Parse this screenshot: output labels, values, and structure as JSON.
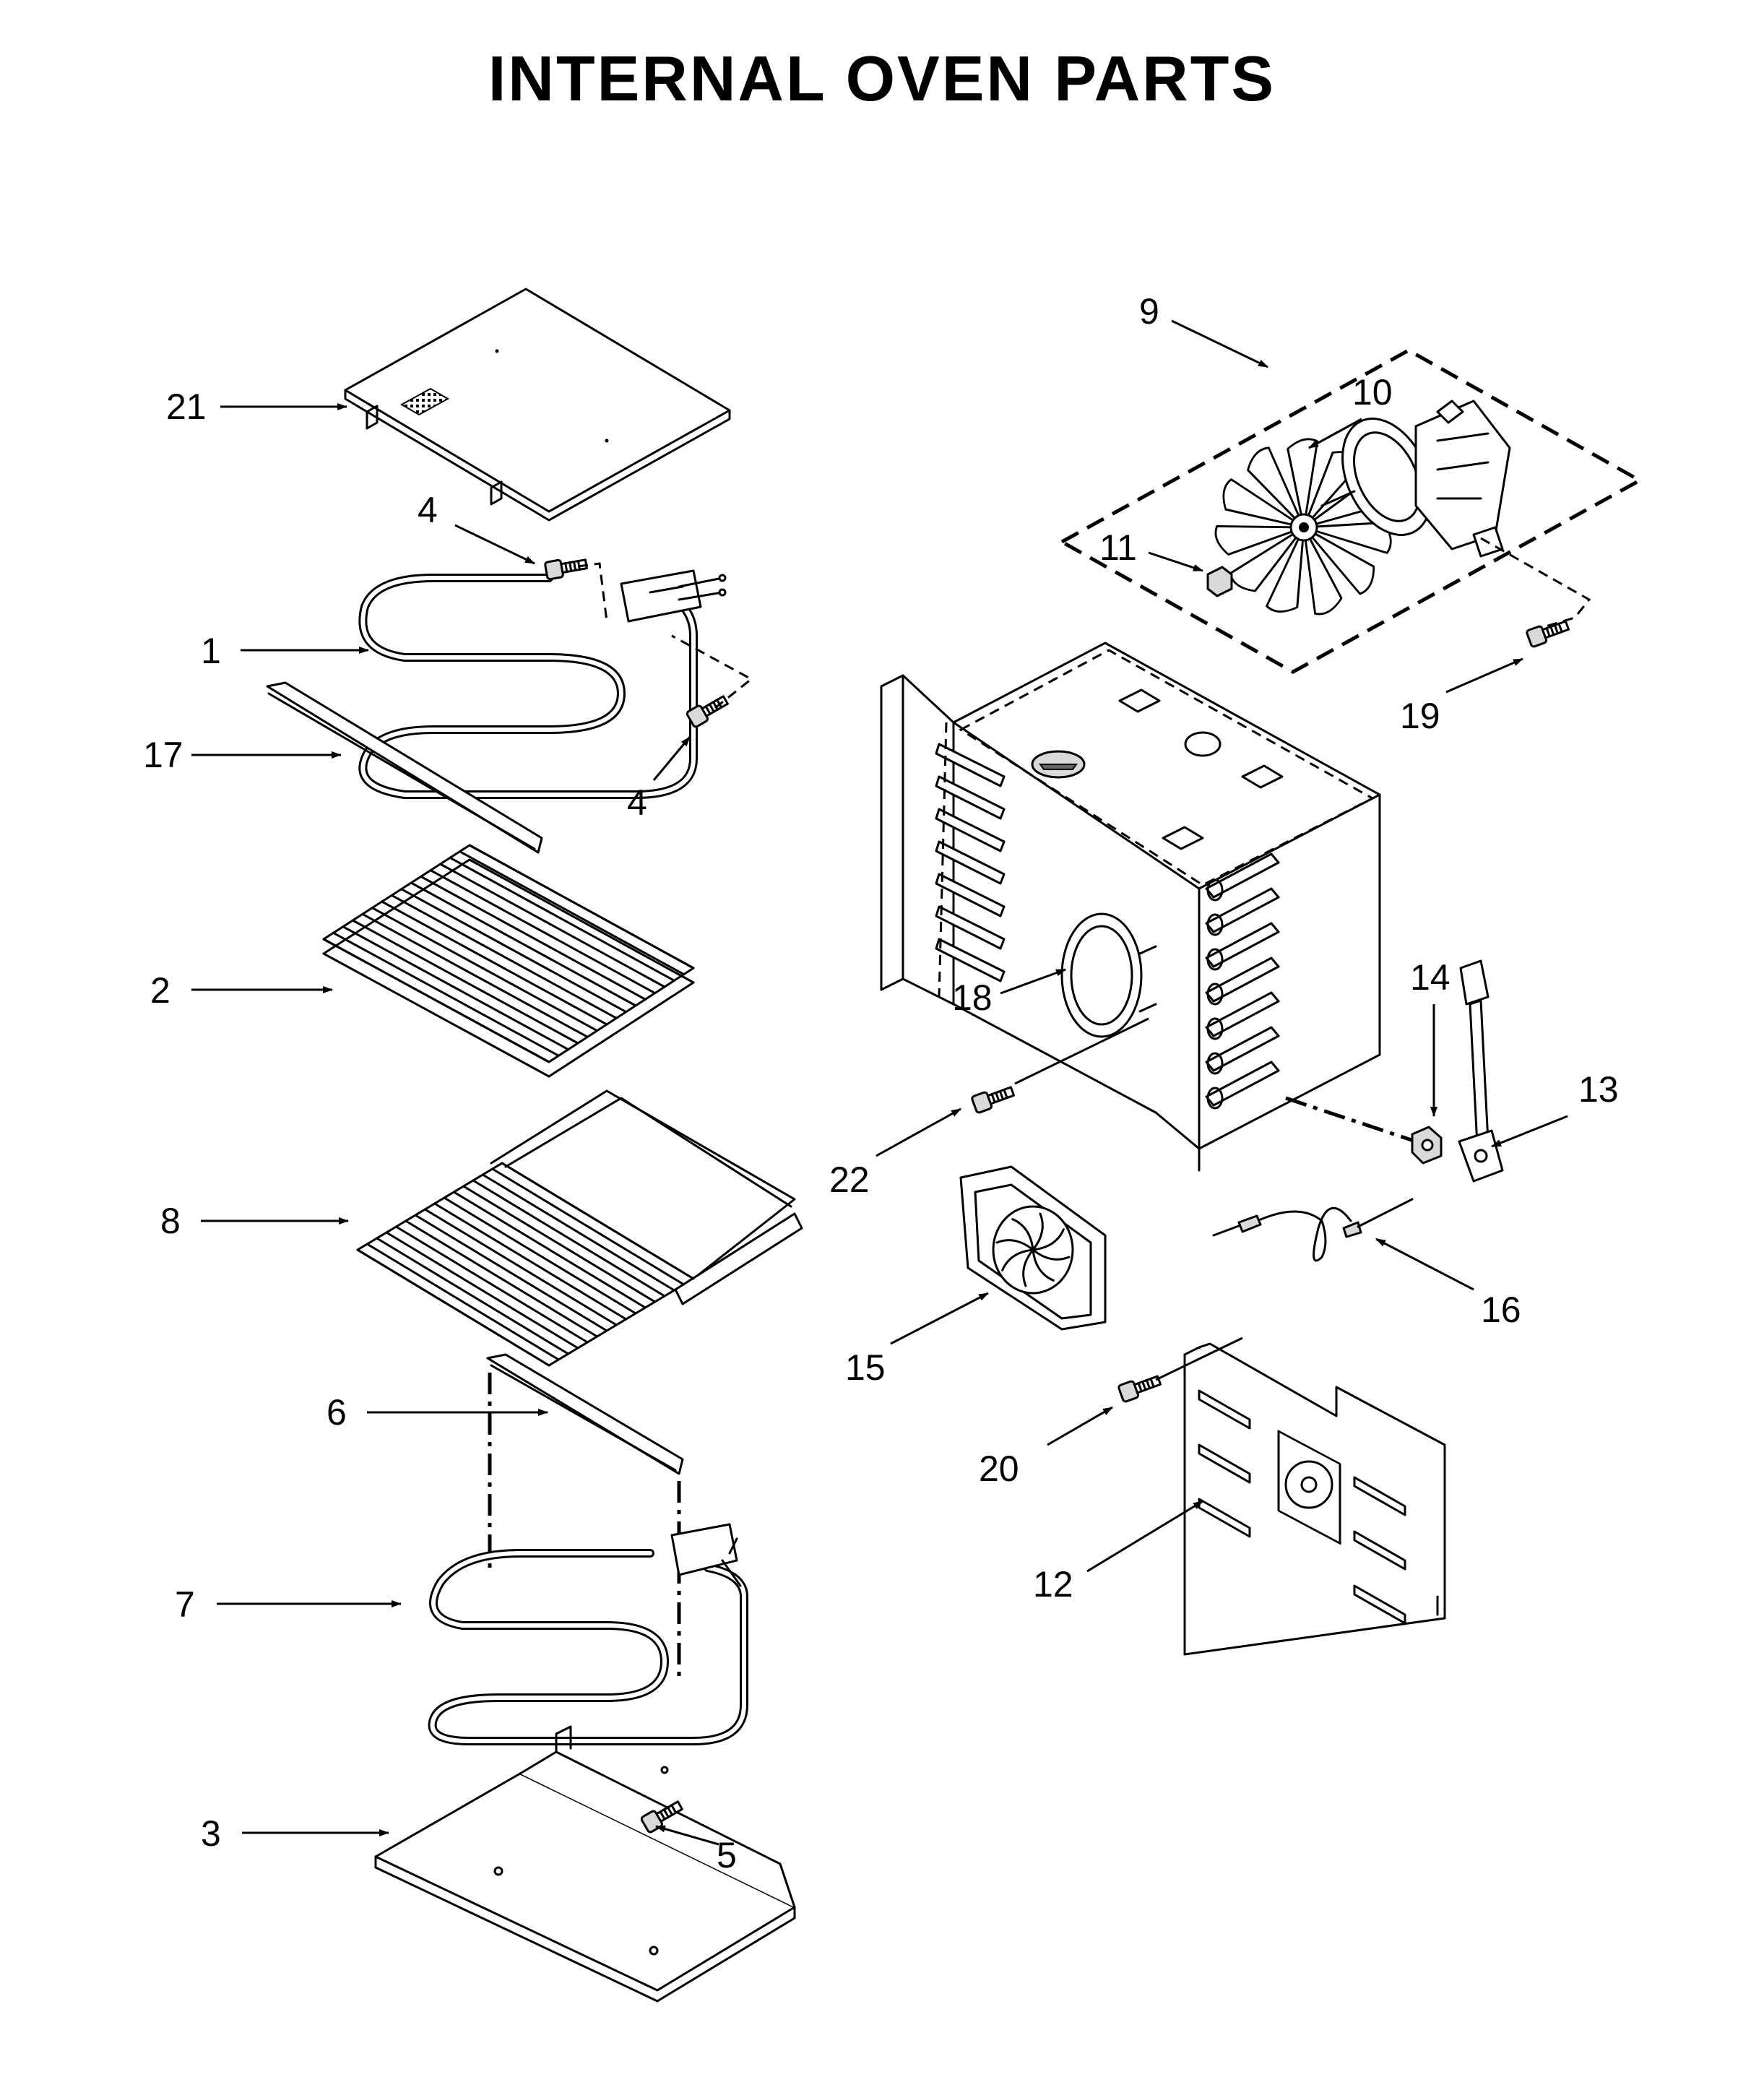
{
  "title": "INTERNAL OVEN PARTS",
  "callouts": [
    "1",
    "2",
    "3",
    "4",
    "4",
    "5",
    "6",
    "7",
    "8",
    "9",
    "10",
    "11",
    "12",
    "13",
    "14",
    "15",
    "16",
    "17",
    "18",
    "19",
    "20",
    "21",
    "22"
  ]
}
